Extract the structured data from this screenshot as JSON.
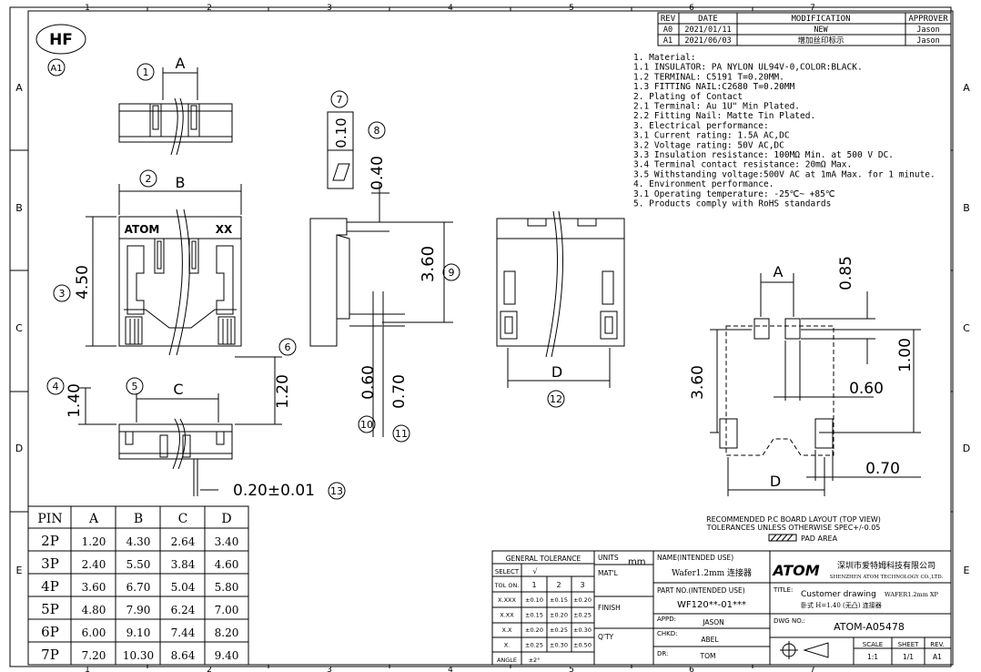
{
  "frame": {
    "cols": [
      "1",
      "2",
      "3",
      "4",
      "5",
      "6",
      "7"
    ],
    "rows": [
      "A",
      "B",
      "C",
      "D",
      "E"
    ]
  },
  "logo": {
    "hf": "HF",
    "a1": "A1"
  },
  "revision": {
    "headers": [
      "REV",
      "DATE",
      "MODIFICATION",
      "APPROVER"
    ],
    "rows": [
      [
        "A0",
        "2021/01/11",
        "NEW",
        "Jason"
      ],
      [
        "A1",
        "2021/06/03",
        "增加丝印标示",
        "Jason"
      ]
    ]
  },
  "notes": [
    "1. Material:",
    "1.1 INSULATOR: PA NYLON UL94V-0,COLOR:BLACK.",
    "1.2 TERMINAL: C5191 T=0.20MM.",
    "1.3 FITTING NAIL:C2680 T=0.20MM",
    "2. Plating of Contact",
    "2.1 Terminal: Au 1U\" Min Plated.",
    "2.2 Fitting Nail: Matte Tin Plated.",
    "3. Electrical performance:",
    "3.1 Current rating: 1.5A AC,DC",
    "3.2 Voltage rating: 50V AC,DC",
    "3.3 Insulation resistance: 100MΩ Min. at 500 V DC.",
    "3.4 Terminal contact resistance: 20mΩ Max.",
    "3.5 Withstanding voltage:500V AC at 1mA Max. for 1 minute.",
    "4. Environment performance.",
    "3.1 Operating temperature: -25℃~ +85℃",
    "5.  Products comply with RoHS standards"
  ],
  "dims": {
    "A": "A",
    "B": "B",
    "C": "C",
    "D": "D",
    "h450": "4.50",
    "h140": "1.40",
    "h120": "1.20",
    "t010": "0.10",
    "t040": "0.40",
    "h360": "3.60",
    "t060": "0.60",
    "t070": "0.70",
    "tol": "0.20±0.01",
    "pcb085": "0.85",
    "pcb100": "1.00",
    "pcb060": "0.60",
    "pcb360": "3.60",
    "pcb070": "0.70"
  },
  "balloons": [
    "1",
    "2",
    "3",
    "4",
    "5",
    "6",
    "7",
    "8",
    "9",
    "10",
    "11",
    "12",
    "13"
  ],
  "labels": {
    "atom": "ATOM",
    "xx": "XX"
  },
  "pcb": {
    "title": "RECOMMENDED P.C BOARD LAYOUT (TOP VIEW)",
    "tolerance": "TOLERANCES UNLESS OTHERWISE SPEC+/-0.05",
    "pad": "PAD AREA"
  },
  "pin_table": {
    "headers": [
      "PIN",
      "A",
      "B",
      "C",
      "D"
    ],
    "rows": [
      [
        "2P",
        "1.20",
        "4.30",
        "2.64",
        "3.40"
      ],
      [
        "3P",
        "2.40",
        "5.50",
        "3.84",
        "4.60"
      ],
      [
        "4P",
        "3.60",
        "6.70",
        "5.04",
        "5.80"
      ],
      [
        "5P",
        "4.80",
        "7.90",
        "6.24",
        "7.00"
      ],
      [
        "6P",
        "6.00",
        "9.10",
        "7.44",
        "8.20"
      ],
      [
        "7P",
        "7.20",
        "10.30",
        "8.64",
        "9.40"
      ]
    ]
  },
  "title_block": {
    "gen_tol": "GENERAL TOLERANCE",
    "select": "SELECT",
    "check": "√",
    "tol_on": "TOL ON.",
    "c1": "1",
    "c2": "2",
    "c3": "3",
    "tol_rows": [
      [
        "X.XXX",
        "±0.10",
        "±0.15",
        "±0.20"
      ],
      [
        "X.XX",
        "±0.15",
        "±0.20",
        "±0.25"
      ],
      [
        "X.X",
        "±0.20",
        "±0.25",
        "±0.30"
      ],
      [
        "X.",
        "±0.25",
        "±0.30",
        "±0.50"
      ],
      [
        "ANGLE",
        "±2°",
        "",
        ""
      ]
    ],
    "units": "UNITS",
    "mm": "mm",
    "matl": "MAT'L",
    "finish": "FINISH",
    "qty": "Q'TY",
    "name_label": "NAME(INTENDED USE)",
    "name_value": "Wafer1.2mm 连接器",
    "part_label": "PART NO.(INTENDED USE)",
    "part_value": "WF120**-01***",
    "appd": "APPD:",
    "appd_v": "JASON",
    "chkd": "CHKD:",
    "chkd_v": "ABEL",
    "dr": "DR:",
    "dr_v": "TOM",
    "company_logo": "ATOM",
    "company_cn": "深圳市爱特姆科技有限公司",
    "company_en": "SHENZHEN ATOM TECHNOLOGY CO.,LTD.",
    "title_label": "TITLE:",
    "title_v1": "Customer drawing",
    "title_v2": "WAFER1.2mm XP",
    "title_v3": "卧式 H=1.40 (无凸) 连接器",
    "dwg_label": "DWG NO.:",
    "dwg_v": "ATOM-A05478",
    "scale": "SCALE",
    "scale_v": "1:1",
    "sheet": "SHEET",
    "sheet_v": "1/1",
    "rev": "REV.",
    "rev_v": "A1"
  }
}
